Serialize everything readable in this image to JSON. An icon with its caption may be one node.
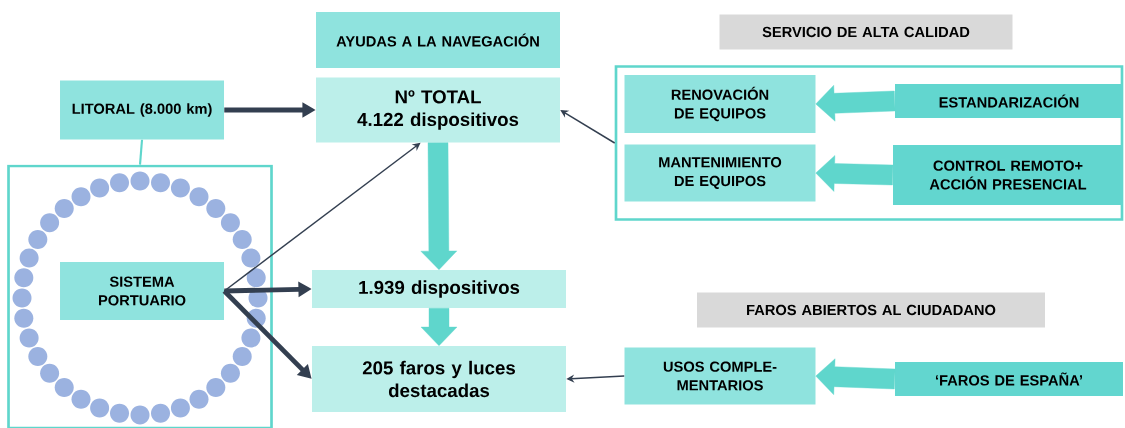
{
  "diagram": {
    "nodes": [
      {
        "text": [
          "AYUDAS  A LA NAVEGACIÓN"
        ]
      },
      {
        "text": [
          "Nº TOTAL",
          "4.122 dispositivos"
        ]
      },
      {
        "text": [
          "LITORAL (8.000 km)"
        ]
      },
      {
        "text": [],
        "shape": "box"
      },
      {
        "text": [
          "SISTEMA PORTUARIO"
        ],
        "in": 3
      },
      {
        "text": [
          "1.939 dispositivos"
        ]
      },
      {
        "text": [
          "205 faros y luces destacadas"
        ]
      },
      {
        "text": [
          "SERVICIO  DE ALTA CALIDAD"
        ]
      },
      {
        "text": [],
        "shape": "box"
      },
      {
        "text": [
          "RENOVACIÓN DE EQUIPOS"
        ],
        "in": 8
      },
      {
        "text": [
          "ESTANDARIZACIÓN"
        ],
        "in": 8
      },
      {
        "text": [
          "MANTENIMIENTO DE EQUIPOS"
        ],
        "in": 8
      },
      {
        "text": [
          "CONTROL REMOTO+ ACCIÓN  PRESENCIAL"
        ],
        "in": 8
      },
      {
        "text": [
          "FAROS  ABIERTOS  AL  CIUDADANO"
        ]
      },
      {
        "text": [
          "USOS COMPLE- MENTARIOS"
        ]
      },
      {
        "text": [
          "‘FAROS DE ESPAÑA’"
        ]
      }
    ],
    "edges": [
      {
        "from": 2,
        "to": 1,
        "arrow": "to",
        "style": "thick"
      },
      {
        "from": 3,
        "to": 2,
        "arrow": "none",
        "color": "#5fd6cc"
      },
      {
        "from": 4,
        "to": 1,
        "arrow": "to"
      },
      {
        "from": 4,
        "to": 5,
        "arrow": "to",
        "style": "thick"
      },
      {
        "from": 4,
        "to": 6,
        "arrow": "to",
        "style": "thick"
      },
      {
        "from": 8,
        "to": 1,
        "arrow": "to"
      },
      {
        "from": 1,
        "to": 5,
        "arrow": "to",
        "style": "thick",
        "color": "#5fd6cc"
      },
      {
        "from": 5,
        "to": 6,
        "arrow": "to",
        "style": "thick",
        "color": "#5fd6cc"
      },
      {
        "from": 10,
        "to": 9,
        "arrow": "to",
        "style": "thick",
        "color": "#5fd6cc"
      },
      {
        "from": 12,
        "to": 11,
        "arrow": "to",
        "style": "thick",
        "color": "#5fd6cc"
      },
      {
        "from": 14,
        "to": 6,
        "arrow": "to"
      },
      {
        "from": 15,
        "to": 14,
        "arrow": "to",
        "style": "thick",
        "color": "#5fd6cc"
      }
    ]
  }
}
